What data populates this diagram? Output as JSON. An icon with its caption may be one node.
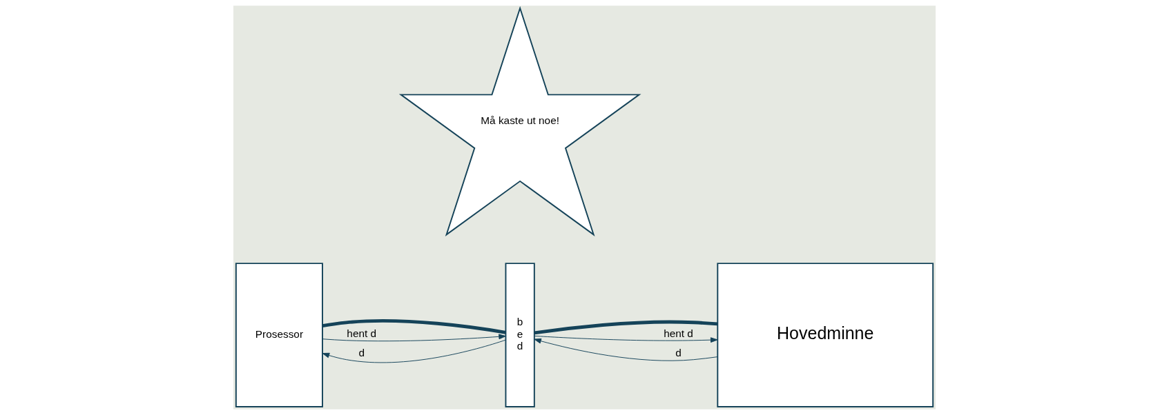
{
  "diagram": {
    "nodes": [
      {
        "text": [
          "Prosessor"
        ]
      },
      {
        "text": [
          "b",
          "e",
          "d"
        ]
      },
      {
        "text": [
          "Hovedminne"
        ]
      },
      {
        "text": [
          "Må kaste ut noe!"
        ]
      }
    ],
    "edges": [
      {
        "from": 0,
        "to": 1,
        "arrow": "none",
        "style": "thick"
      },
      {
        "from": 1,
        "to": 2,
        "arrow": "none",
        "style": "thick"
      },
      {
        "from": 0,
        "to": 1,
        "arrow": "to",
        "label": "hent d"
      },
      {
        "from": 1,
        "to": 2,
        "arrow": "to",
        "label": "hent d"
      },
      {
        "from": 2,
        "to": 1,
        "arrow": "to",
        "label": "d"
      },
      {
        "from": 1,
        "to": 0,
        "arrow": "to",
        "label": "d"
      }
    ]
  }
}
